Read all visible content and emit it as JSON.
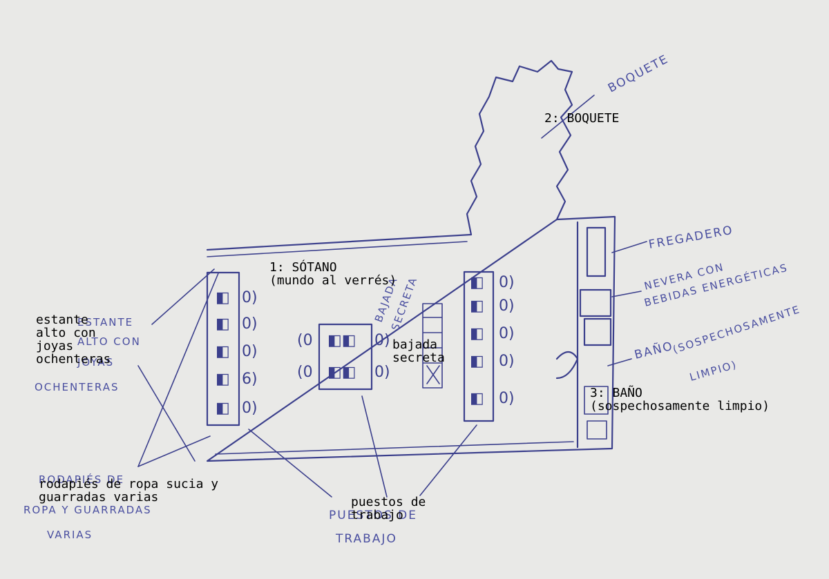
{
  "labels": {
    "boquete": "2: BOQUETE",
    "sotano": "1: SÓTANO\n(mundo al verrés)",
    "estante": "estante\nalto con\njoyas\nochenteras",
    "bajada": "bajada\nsecreta",
    "bano": "3: BAÑO\n(sospechosamente limpio)",
    "rodapies": "rodapiés de ropa sucia y\nguarradas varias",
    "puestos": "puestos de\ntrabajo"
  },
  "handwriting": {
    "boquete": "BOQUETE",
    "fregadero": "FREGADERO",
    "nevera_1": "NEVERA CON",
    "nevera_2": "BEBIDAS ENERGÉTICAS",
    "bano_1": "BAÑO",
    "bano_2": "(SOSPECHOSAMENTE",
    "bano_3": "LIMPIO)",
    "estante_1": "ESTANTE",
    "estante_2": "ALTO CON",
    "estante_3": "JOYAS",
    "estante_4": "OCHENTERAS",
    "bajada_1": "BAJADA",
    "bajada_2": "SECRETA",
    "rodapies_1": "RODAPIÉS DE",
    "rodapies_2": "ROPA Y GUARRADAS",
    "rodapies_3": "VARIAS",
    "puestos_1": "PUESTOS DE",
    "puestos_2": "TRABAJO"
  },
  "colors": {
    "ink": "#3b3f8c",
    "paper": "#e9e9e7",
    "print": "#000000"
  }
}
